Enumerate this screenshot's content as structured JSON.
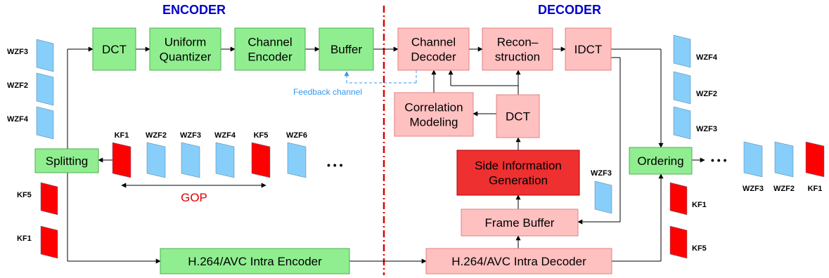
{
  "titles": {
    "encoder": "ENCODER",
    "decoder": "DECODER"
  },
  "colors": {
    "encoder_box_fill": "#90ee90",
    "encoder_box_stroke": "#4caf50",
    "decoder_box_fill": "#ffc0c0",
    "decoder_box_stroke": "#e08080",
    "side_info_fill": "#ee3030",
    "wz_frame": "#87cefa",
    "key_frame": "#ff0000",
    "title_color": "#0000cc",
    "divider_color": "#dd0000",
    "feedback_color": "#3399ee",
    "gop_color": "#dd0000"
  },
  "encoder": {
    "dct": [
      "DCT"
    ],
    "quantizer": [
      "Uniform",
      "Quantizer"
    ],
    "channel_encoder": [
      "Channel",
      "Encoder"
    ],
    "buffer": [
      "Buffer"
    ],
    "splitting": [
      "Splitting"
    ],
    "intra_encoder": [
      "H.264/AVC Intra Encoder"
    ]
  },
  "decoder": {
    "channel_decoder": [
      "Channel",
      "Decoder"
    ],
    "reconstruction": [
      "Recon–",
      "struction"
    ],
    "idct": [
      "IDCT"
    ],
    "correlation": [
      "Correlation",
      "Modeling"
    ],
    "dct": [
      "DCT"
    ],
    "side_info": [
      "Side Information",
      "Generation"
    ],
    "frame_buffer": [
      "Frame Buffer"
    ],
    "intra_decoder": [
      "H.264/AVC Intra Decoder"
    ],
    "ordering": [
      "Ordering"
    ]
  },
  "feedback_label": "Feedback channel",
  "gop_label": "GOP",
  "input_wz_frames": [
    "WZF3",
    "WZF2",
    "WZF4"
  ],
  "input_key_frames": [
    "KF5",
    "KF1"
  ],
  "sequence_frames": [
    {
      "label": "KF1",
      "kind": "key"
    },
    {
      "label": "WZF2",
      "kind": "wz"
    },
    {
      "label": "WZF3",
      "kind": "wz"
    },
    {
      "label": "WZF4",
      "kind": "wz"
    },
    {
      "label": "KF5",
      "kind": "key"
    },
    {
      "label": "WZF6",
      "kind": "wz"
    }
  ],
  "output_wz_frames": [
    "WZF4",
    "WZF2",
    "WZF3"
  ],
  "decoder_key_frames": [
    "KF1",
    "KF5"
  ],
  "side_wz_frame": "WZF3",
  "final_frames": [
    {
      "label": "WZF3",
      "kind": "wz"
    },
    {
      "label": "WZF2",
      "kind": "wz"
    },
    {
      "label": "KF1",
      "kind": "key"
    }
  ],
  "ellipsis": "• • •"
}
